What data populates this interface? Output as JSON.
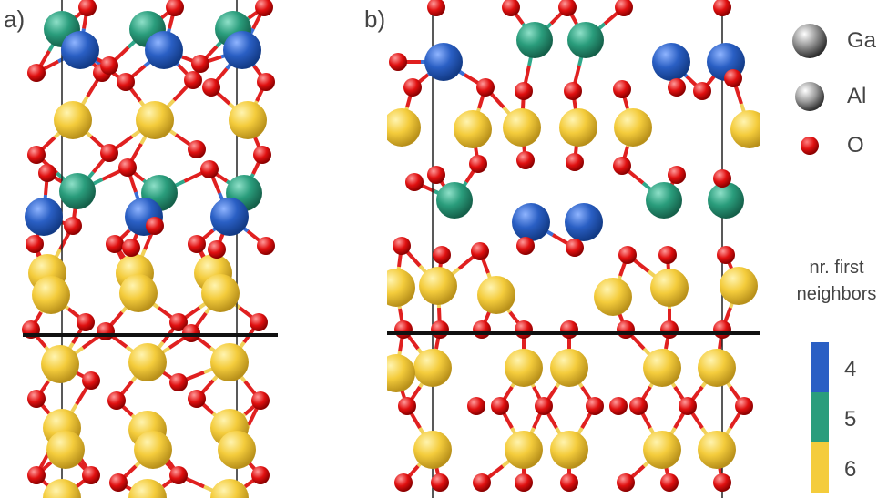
{
  "panels": [
    {
      "label": "a)"
    },
    {
      "label": "b)"
    }
  ],
  "legend": {
    "species": [
      {
        "symbol": "Ga",
        "color": "#8c8c8c"
      },
      {
        "symbol": "Al",
        "color": "#9a9a9a"
      },
      {
        "symbol": "O",
        "color": "#e01010"
      }
    ]
  },
  "colorbar": {
    "title_line1": "nr. first",
    "title_line2": "neighbors",
    "levels": [
      {
        "value": "4",
        "color": "#2a5fc4"
      },
      {
        "value": "5",
        "color": "#2a9d7c"
      },
      {
        "value": "6",
        "color": "#f4cc3c"
      }
    ]
  },
  "colors": {
    "coord4": "#2a5fc4",
    "coord5": "#2a9d7c",
    "coord6": "#f4cc3c",
    "oxygen": "#e01010",
    "interface_line": "#111111"
  }
}
